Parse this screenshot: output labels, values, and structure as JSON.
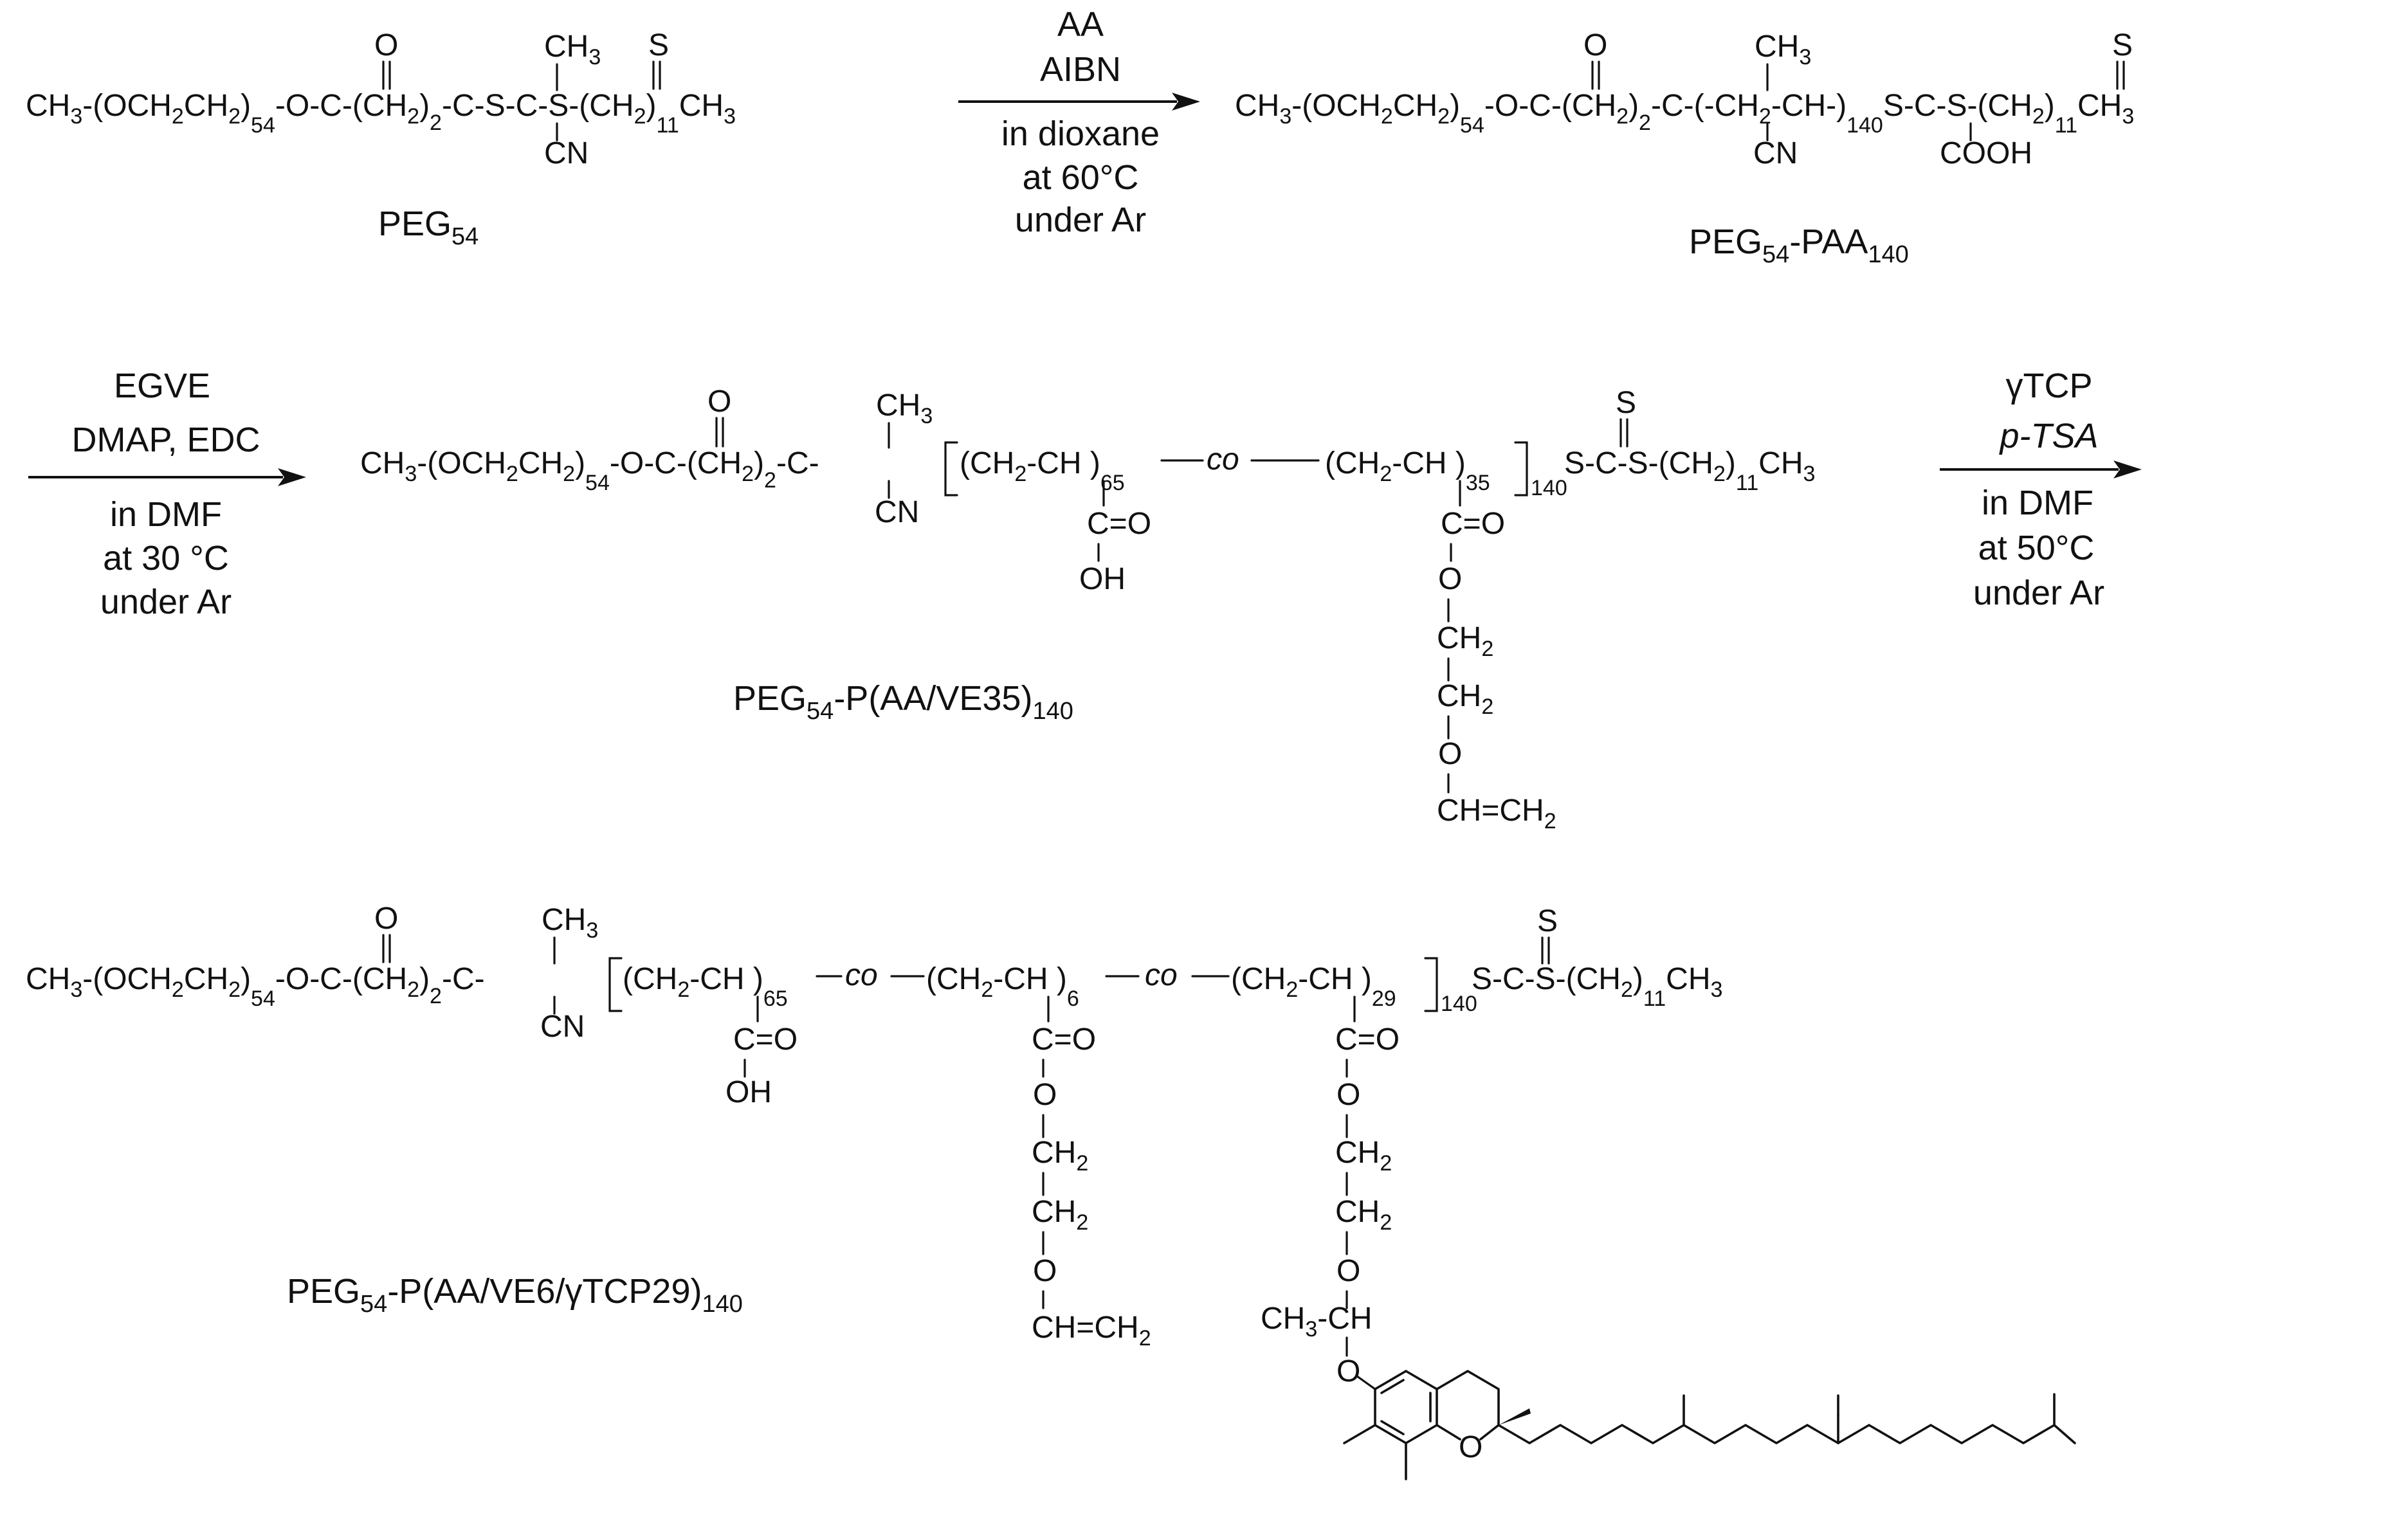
{
  "labels": {
    "peg54": "PEG54",
    "peg54_paa140": "PEG54-PAA140",
    "peg54_p_aa_ve35": "PEG54-P(AA/VE35)140",
    "peg54_p_aa_ve6_tcp29": "PEG54-P(AA/VE6/γTCP29)140"
  },
  "step1": {
    "reagent1": "AA",
    "reagent2": "AIBN",
    "solvent": "in dioxane",
    "temperature": "at 60°C",
    "atmosphere": "under Ar"
  },
  "step2": {
    "reagent1": "EGVE",
    "reagent2": "DMAP, EDC",
    "solvent": "in DMF",
    "temperature": "at 30 °C",
    "atmosphere": "under Ar"
  },
  "step3": {
    "reagent1": "γTCP",
    "reagent2": "p-TSA",
    "solvent": "in DMF",
    "temperature": "at 50°C",
    "atmosphere": "under Ar"
  },
  "structure_text": {
    "ch3": "CH",
    "cn": "CN",
    "cooh": "COOH",
    "oh": "OH",
    "co_link": "co",
    "vinyl": "CH=CH",
    "ester_carbonyl": "C=O"
  },
  "subscripts": {
    "peg_units": "54",
    "propyl": "2",
    "dodecyl": "11",
    "aa_units": "65",
    "ve35_units": "35",
    "ve6_units": "6",
    "tcp_units": "29",
    "total_units": "140"
  }
}
